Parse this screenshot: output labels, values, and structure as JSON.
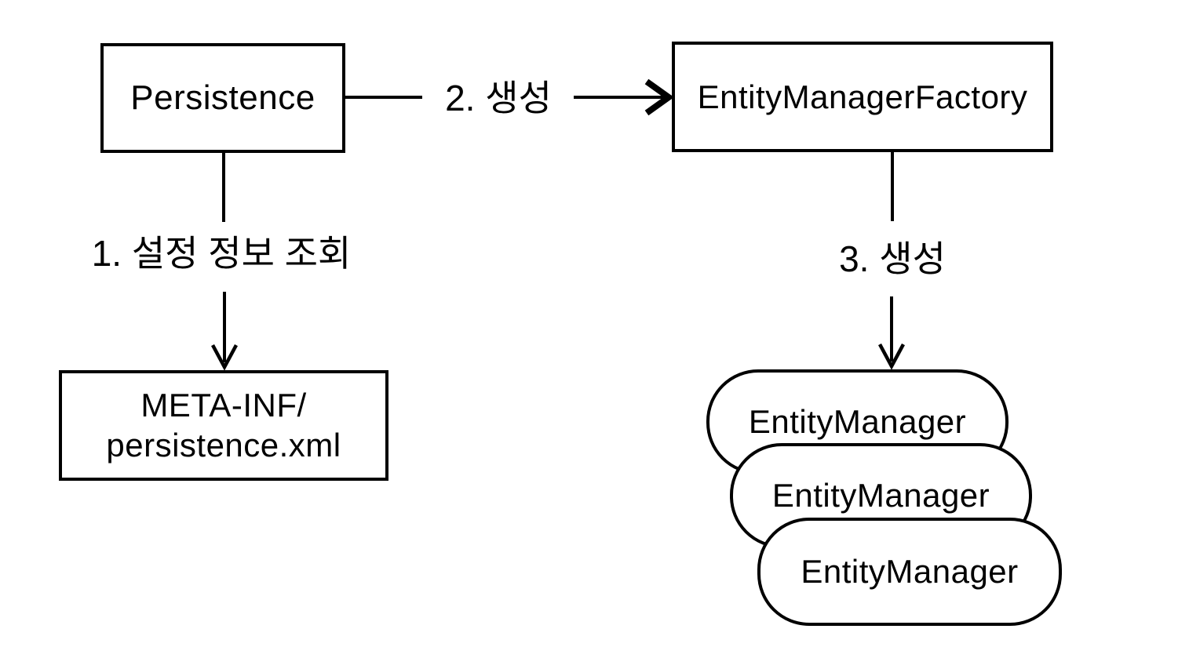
{
  "diagram": {
    "title": "JPA EntityManagerFactory creation flow",
    "background_color": "#ffffff",
    "line_color": "#000000",
    "node_fill_color": "#ffffff",
    "nodes": {
      "persistence": {
        "label": "Persistence",
        "shape": "rectangle"
      },
      "entity_manager_factory": {
        "label": "EntityManagerFactory",
        "shape": "rectangle"
      },
      "meta_inf": {
        "label_line1": "META-INF/",
        "label_line2": "persistence.xml",
        "shape": "rectangle"
      },
      "entity_manager_1": {
        "label": "EntityManager",
        "shape": "pill"
      },
      "entity_manager_2": {
        "label": "EntityManager",
        "shape": "pill"
      },
      "entity_manager_3": {
        "label": "EntityManager",
        "shape": "pill"
      }
    },
    "edges": {
      "step1": {
        "label": "1. 설정 정보 조회",
        "from": "persistence",
        "to": "meta_inf",
        "direction": "down"
      },
      "step2": {
        "label": "2. 생성",
        "from": "persistence",
        "to": "entity_manager_factory",
        "direction": "right"
      },
      "step3": {
        "label": "3. 생성",
        "from": "entity_manager_factory",
        "to": "entity_manager_1",
        "direction": "down"
      }
    }
  }
}
